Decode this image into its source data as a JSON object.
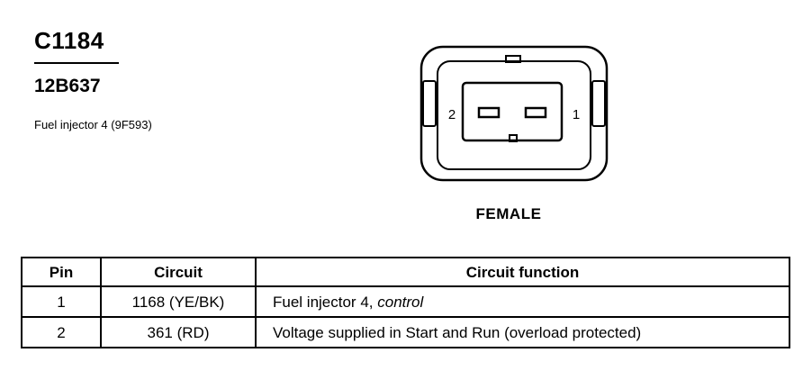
{
  "connector": {
    "id": "C1184",
    "part_number": "12B637",
    "description": "Fuel injector 4 (9F593)",
    "gender": "FEMALE",
    "pin_labels": {
      "left": "2",
      "right": "1"
    }
  },
  "table": {
    "headers": {
      "pin": "Pin",
      "circuit": "Circuit",
      "function": "Circuit function"
    },
    "rows": [
      {
        "pin": "1",
        "circuit": "1168 (YE/BK)",
        "function_main": "Fuel injector 4, ",
        "function_italic": "control"
      },
      {
        "pin": "2",
        "circuit": "361 (RD)",
        "function_main": "Voltage supplied in Start and Run (overload protected)",
        "function_italic": ""
      }
    ]
  }
}
